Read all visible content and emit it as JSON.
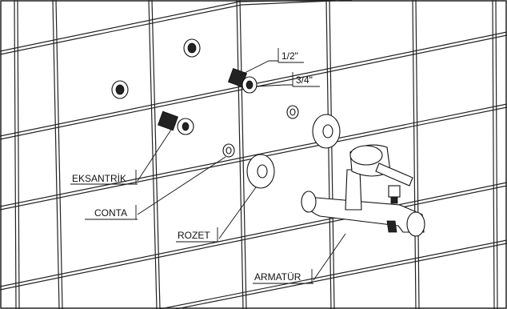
{
  "diagram": {
    "labels": {
      "half_inch": "1/2\"",
      "three_quarter_inch": "3/4\"",
      "eccentric": "EKSANTRİK",
      "gasket": "CONTA",
      "rosette": "ROZET",
      "faucet": "ARMATÜR"
    },
    "colors": {
      "line": "#111111",
      "background": "#ffffff"
    }
  }
}
